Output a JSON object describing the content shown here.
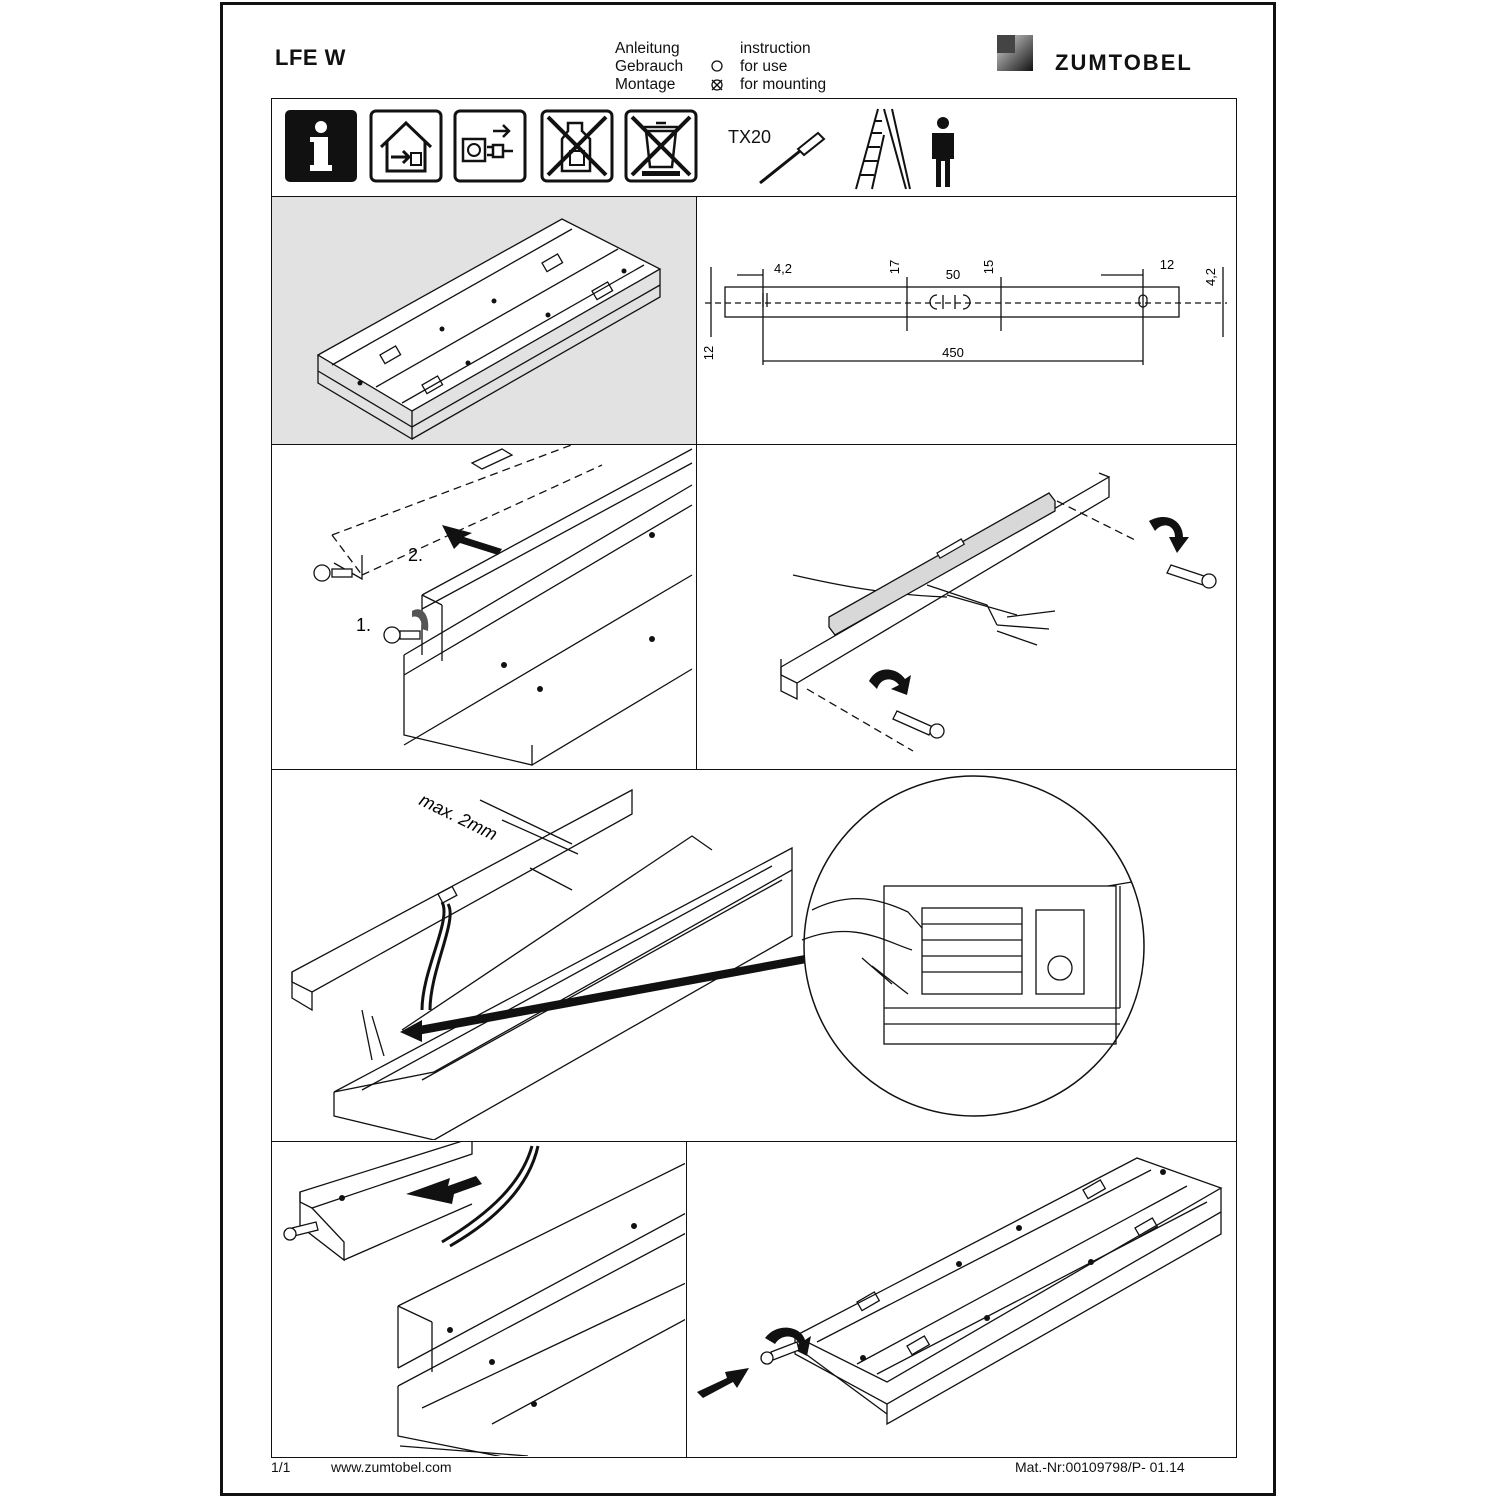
{
  "header": {
    "product": "LFE W",
    "type_de": "Anleitung",
    "type_en": "instruction",
    "use_de": "Gebrauch",
    "use_en": "for use",
    "mount_de": "Montage",
    "mount_en": "for mounting",
    "brand": "ZUMTOBEL"
  },
  "icons": {
    "tool_label": "TX20",
    "items": [
      "info-icon",
      "indoor-installation-icon",
      "mains-disconnect-icon",
      "no-cleaning-agent-icon",
      "weee-bin-icon",
      "screwdriver-icon",
      "ladder-icon",
      "person-icon"
    ]
  },
  "dimensions": {
    "d1": "4,2",
    "d2": "17",
    "d3": "50",
    "d4": "15",
    "d5": "12",
    "d6": "4,2",
    "d7": "12",
    "d8": "450"
  },
  "steps": {
    "step1": "1.",
    "step2": "2.",
    "max_strip": "max. 2mm"
  },
  "footer": {
    "page": "1/1",
    "website": "www.zumtobel.com",
    "mat_nr": "Mat.-Nr:00109798/P- 01.14"
  },
  "colors": {
    "line": "#111111",
    "panel_grey": "#e2e2e2"
  }
}
